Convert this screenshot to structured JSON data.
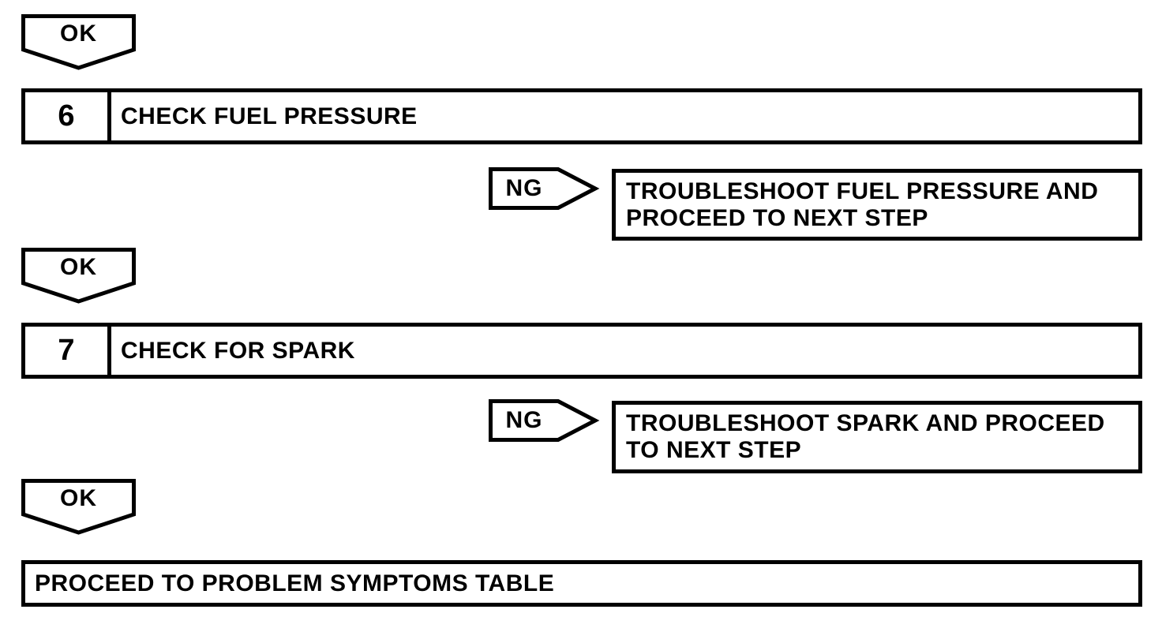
{
  "flowchart": {
    "ok_label": "OK",
    "ng_label": "NG",
    "colors": {
      "line": "#000000",
      "background": "#ffffff"
    },
    "steps": [
      {
        "number": "6",
        "title": "CHECK FUEL PRESSURE",
        "ng_action": "TROUBLESHOOT FUEL PRESSURE AND PROCEED TO NEXT STEP"
      },
      {
        "number": "7",
        "title": "CHECK FOR SPARK",
        "ng_action": "TROUBLESHOOT SPARK AND PROCEED TO NEXT STEP"
      }
    ],
    "final_step": "PROCEED TO PROBLEM SYMPTOMS TABLE"
  }
}
